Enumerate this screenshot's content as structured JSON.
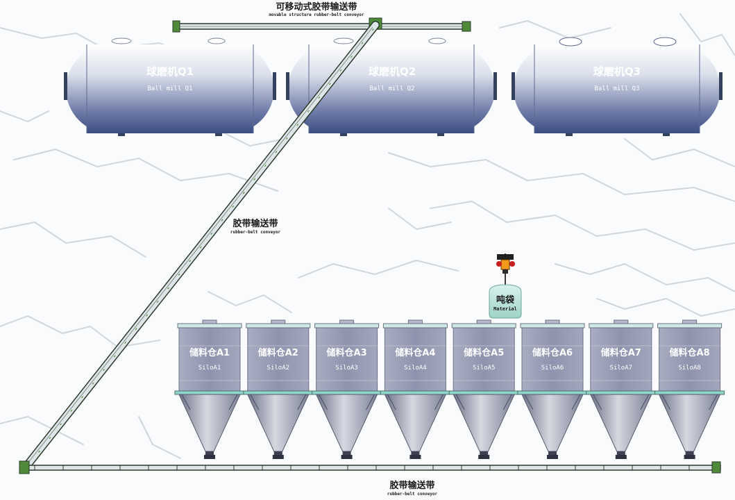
{
  "top_conveyor": {
    "label_cn": "可移动式胶带输送带",
    "label_en": "movable structure rubber-belt conveyor"
  },
  "incline_conveyor": {
    "label_cn": "胶带输送带",
    "label_en": "rubber-belt conveyor"
  },
  "bottom_conveyor": {
    "label_cn": "胶带输送带",
    "label_en": "rubber-belt conveyor"
  },
  "ball_mills": [
    {
      "label_cn": "球磨机Q1",
      "label_en": "Ball mill Q1"
    },
    {
      "label_cn": "球磨机Q2",
      "label_en": "Ball mill Q2"
    },
    {
      "label_cn": "球磨机Q3",
      "label_en": "Ball mill Q3"
    }
  ],
  "ton_bag": {
    "label_cn": "吨袋",
    "label_en": "Material"
  },
  "silos": [
    {
      "label_cn": "储料仓A1",
      "label_en": "SiloA1"
    },
    {
      "label_cn": "储料仓A2",
      "label_en": "SiloA2"
    },
    {
      "label_cn": "储料仓A3",
      "label_en": "SiloA3"
    },
    {
      "label_cn": "储料仓A4",
      "label_en": "SiloA4"
    },
    {
      "label_cn": "储料仓A5",
      "label_en": "SiloA5"
    },
    {
      "label_cn": "储料仓A6",
      "label_en": "SiloA6"
    },
    {
      "label_cn": "储料仓A7",
      "label_en": "SiloA7"
    },
    {
      "label_cn": "储料仓A8",
      "label_en": "SiloA8"
    }
  ],
  "colors": {
    "vessel_top": "#ffffff",
    "vessel_bottom": "#3d4d82",
    "silo_body": "#8f93ad",
    "belt": "#dfe6ea",
    "belt_frame": "#2b3a2b",
    "belt_accent": "#4f8a3a",
    "marble_vein": "#c9ced6"
  }
}
